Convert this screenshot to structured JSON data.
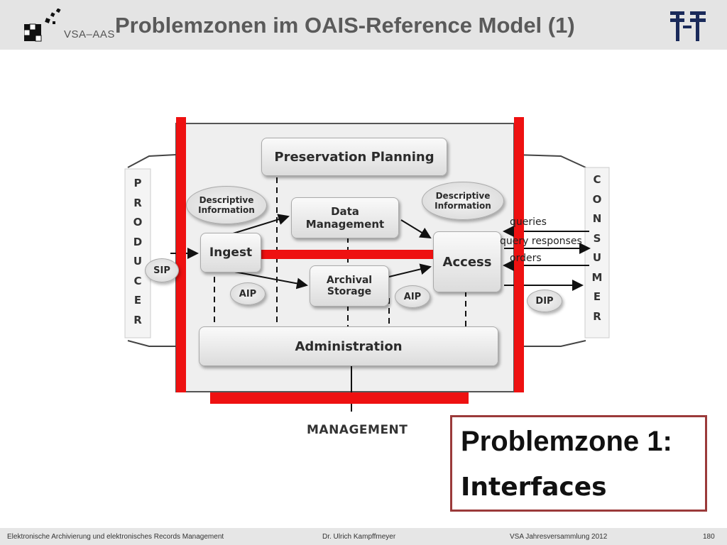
{
  "header": {
    "title": "Problemzonen im OAIS-Reference Model (1)",
    "brand": "VSA–AAS"
  },
  "diagram": {
    "preservation_planning": "Preservation Planning",
    "descriptive_info_left": "Descriptive Information",
    "descriptive_info_right": "Descriptive Information",
    "data_management": "Data Management",
    "ingest": "Ingest",
    "access": "Access",
    "archival_storage": "Archival Storage",
    "administration": "Administration",
    "sip": "SIP",
    "aip_left": "AIP",
    "aip_right": "AIP",
    "dip": "DIP",
    "producer_letters": [
      "P",
      "R",
      "O",
      "D",
      "U",
      "C",
      "E",
      "R"
    ],
    "consumer_letters": [
      "C",
      "O",
      "N",
      "S",
      "U",
      "M",
      "E",
      "R"
    ],
    "queries": "queries",
    "query_responses": "query responses",
    "orders": "orders",
    "management": "MANAGEMENT"
  },
  "callout": {
    "title": "Problemzone 1:",
    "subtitle": "Interfaces"
  },
  "footer": {
    "left": "Elektronische Archivierung und elektronisches Records Management",
    "center": "Dr. Ulrich Kampffmeyer",
    "right": "VSA Jahresversammlung 2012",
    "page": "180"
  },
  "colors": {
    "highlight": "#ee1111",
    "callout_border": "#9b3a3a",
    "header_bg": "#e4e4e4"
  }
}
